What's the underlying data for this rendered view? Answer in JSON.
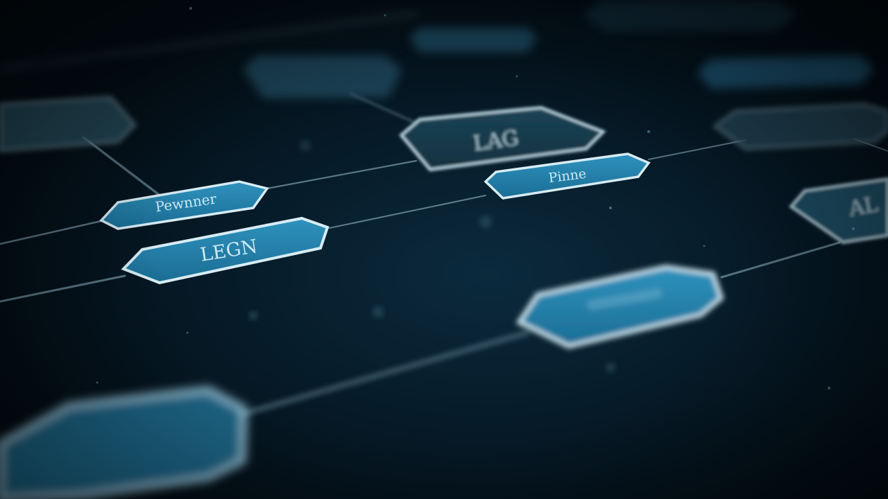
{
  "scene": {
    "background": "#03101a",
    "accent": "#2a86b0",
    "node_border": "#cfe7f1",
    "line_color": "#6f8f9e"
  },
  "nodes": {
    "top_center_label": "LAG",
    "mid_right_label": "Pinne",
    "left_upper_label": "Pewnner",
    "left_lower_label": "LEGN",
    "right_edge_label": "AL"
  }
}
